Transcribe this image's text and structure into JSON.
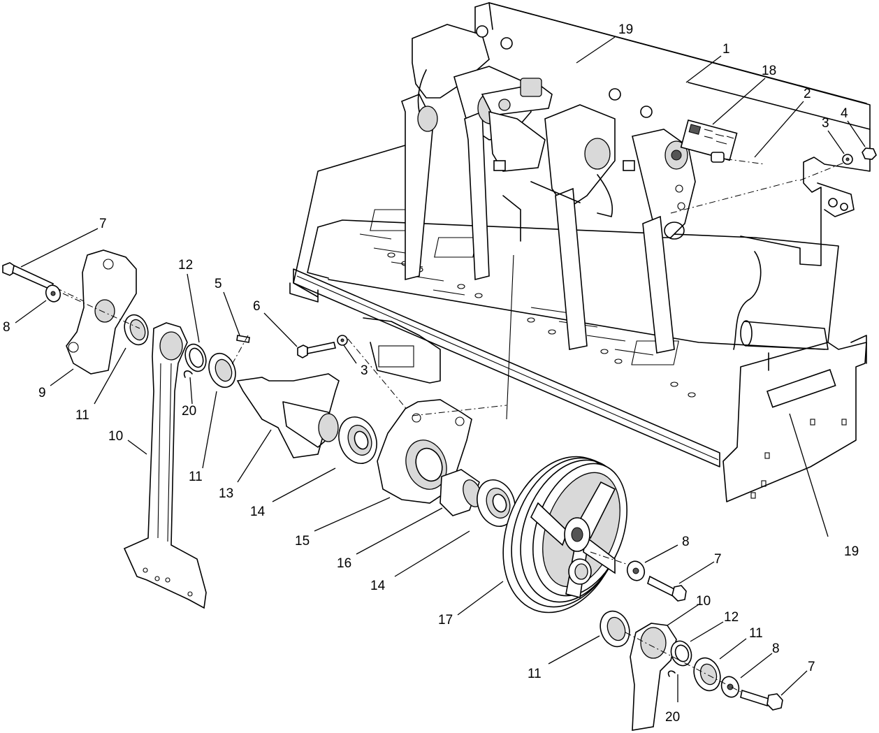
{
  "callouts": [
    {
      "id": "c1",
      "text": "1"
    },
    {
      "id": "c2",
      "text": "2"
    },
    {
      "id": "c3a",
      "text": "3"
    },
    {
      "id": "c3b",
      "text": "3"
    },
    {
      "id": "c4",
      "text": "4"
    },
    {
      "id": "c5",
      "text": "5"
    },
    {
      "id": "c6",
      "text": "6"
    },
    {
      "id": "c7a",
      "text": "7"
    },
    {
      "id": "c7b",
      "text": "7"
    },
    {
      "id": "c7c",
      "text": "7"
    },
    {
      "id": "c8a",
      "text": "8"
    },
    {
      "id": "c8b",
      "text": "8"
    },
    {
      "id": "c8c",
      "text": "8"
    },
    {
      "id": "c9",
      "text": "9"
    },
    {
      "id": "c10a",
      "text": "10"
    },
    {
      "id": "c10b",
      "text": "10"
    },
    {
      "id": "c11a",
      "text": "11"
    },
    {
      "id": "c11b",
      "text": "11"
    },
    {
      "id": "c11c",
      "text": "11"
    },
    {
      "id": "c11d",
      "text": "11"
    },
    {
      "id": "c12a",
      "text": "12"
    },
    {
      "id": "c12b",
      "text": "12"
    },
    {
      "id": "c13",
      "text": "13"
    },
    {
      "id": "c14a",
      "text": "14"
    },
    {
      "id": "c14b",
      "text": "14"
    },
    {
      "id": "c15",
      "text": "15"
    },
    {
      "id": "c16",
      "text": "16"
    },
    {
      "id": "c17",
      "text": "17"
    },
    {
      "id": "c18",
      "text": "18"
    },
    {
      "id": "c19a",
      "text": "19"
    },
    {
      "id": "c19b",
      "text": "19"
    },
    {
      "id": "c20a",
      "text": "20"
    },
    {
      "id": "c20b",
      "text": "20"
    }
  ]
}
